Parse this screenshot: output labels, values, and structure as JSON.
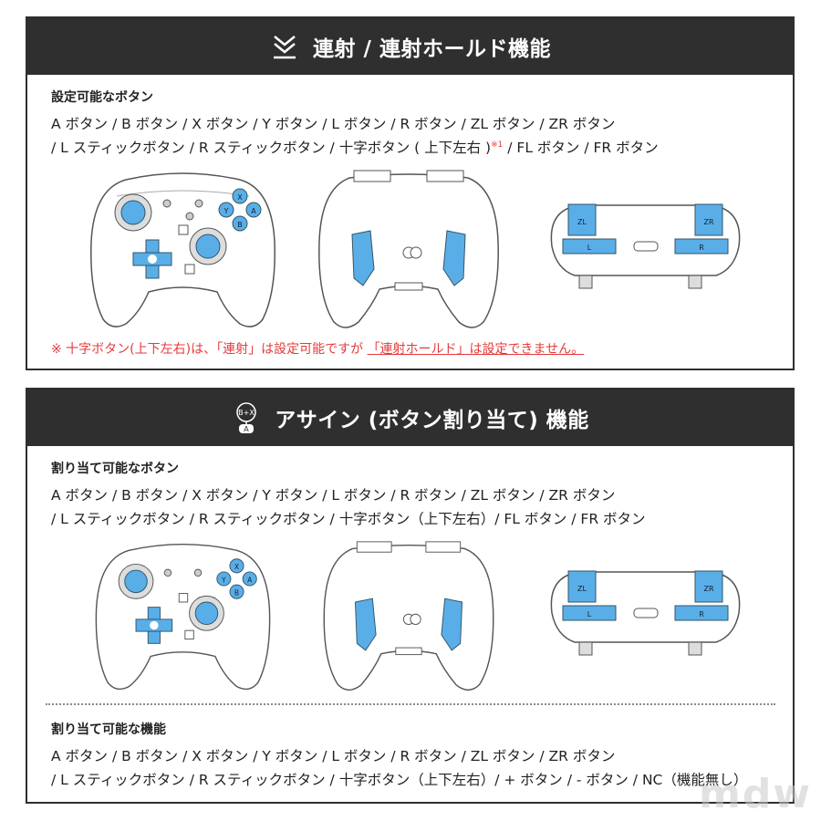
{
  "section1": {
    "title": "連射 / 連射ホールド機能",
    "sub_heading": "設定可能なボタン",
    "line1": "A ボタン / B ボタン / X ボタン / Y ボタン / L ボタン / R ボタン / ZL ボタン / ZR ボタン",
    "line2_main": "/ L スティックボタン / R スティックボタン / 十字ボタン ( 上下左右 )",
    "line2_sup": "※1",
    "line2_tail": " / FL ボタン / FR ボタン",
    "note_prefix": "※ 十字ボタン(上下左右)は、「連射」は設定可能ですが ",
    "note_underlined": "「連射ホールド」は設定できません。",
    "icon": "double-chevron-down-icon"
  },
  "section2": {
    "title": "アサイン (ボタン割り当て) 機能",
    "icon_top": "B+X",
    "icon_bottom": "A",
    "sub_heading1": "割り当て可能なボタン",
    "line1": "A ボタン / B ボタン / X ボタン / Y ボタン / L ボタン / R ボタン / ZL ボタン / ZR ボタン",
    "line2": "/ L スティックボタン / R スティックボタン / 十字ボタン（上下左右）/ FL ボタン / FR ボタン",
    "sub_heading2": "割り当て可能な機能",
    "line3": "A ボタン / B ボタン / X ボタン / Y ボタン / L ボタン / R ボタン / ZL ボタン / ZR ボタン",
    "line4": "/ L スティックボタン / R スティックボタン / 十字ボタン（上下左右）/ + ボタン / - ボタン / NC（機能無し）"
  },
  "controller_labels": {
    "x": "X",
    "y": "Y",
    "a": "A",
    "b": "B",
    "zl": "ZL",
    "zr": "ZR",
    "l": "L",
    "r": "R"
  },
  "colors": {
    "accent_blue": "#5aaee8",
    "header_bg": "#2f2f2f",
    "note_red": "#e53a3a"
  },
  "watermark": "mdw"
}
